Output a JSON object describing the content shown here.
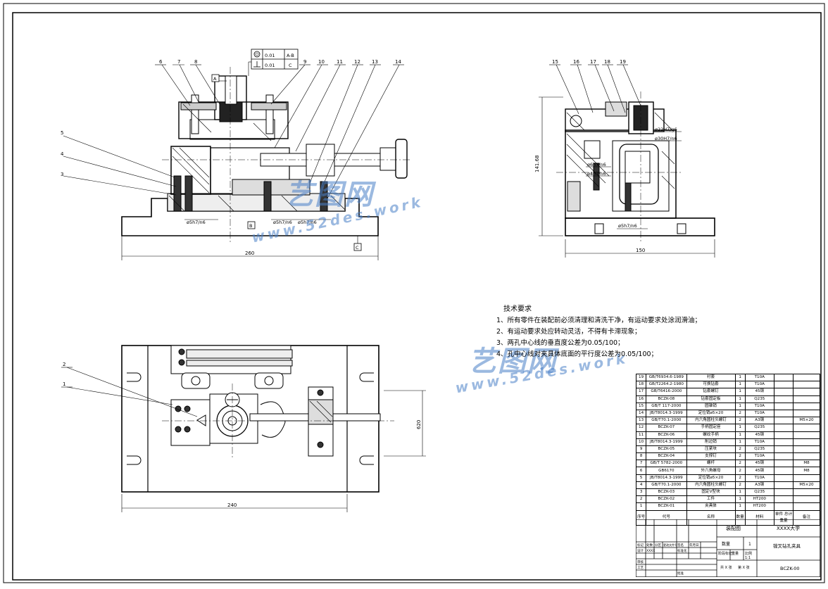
{
  "watermarks": {
    "cn": "艺图网",
    "en": "www.52des.work"
  },
  "tech_requirements": {
    "title": "技术要求",
    "items": [
      "1、所有零件在装配前必须清理和清洗干净，有运动要求处涂润滑油；",
      "2、有运动要求处应转动灵活，不得有卡滞现象；",
      "3、两孔中心线的垂直度公差为0.05/100；",
      "4、孔中心线对夹具体底面的平行度公差为0.05/100；"
    ]
  },
  "front_view": {
    "labels": [
      "6",
      "7",
      "8",
      "9",
      "10",
      "11",
      "12",
      "13",
      "14",
      "5",
      "4",
      "3"
    ],
    "tolerance_frame": {
      "row1": "0.01",
      "row1_ref": "A-B",
      "row2": "0.01",
      "row2_ref": "C"
    },
    "datum_a": "A",
    "datum_b": "B",
    "datum_c": "C",
    "fits": [
      "ø5h7/n6",
      "ø5h7/n6",
      "ø5h7/n6"
    ],
    "overall_length": "260"
  },
  "side_view": {
    "labels": [
      "15",
      "16",
      "17",
      "18",
      "19"
    ],
    "fits": [
      "ø22H7/g6",
      "ø30H7/n6",
      "ø6h7/n6",
      "ø4h7/n6",
      "ø5h7/n6"
    ],
    "height": "141.68",
    "width": "150"
  },
  "top_view": {
    "labels": [
      "2",
      "1"
    ],
    "length": "240",
    "width": "620"
  },
  "bom": {
    "rows": [
      {
        "no": "19",
        "code": "GB/T6934.6-1989",
        "name": "衬套",
        "qty": "1",
        "mat": "T10A",
        "note": ""
      },
      {
        "no": "18",
        "code": "GB/T2264.2-1980",
        "name": "可换钻套",
        "qty": "1",
        "mat": "T10A",
        "note": ""
      },
      {
        "no": "17",
        "code": "GB/T6416-2000",
        "name": "钻套螺钉",
        "qty": "1",
        "mat": "45钢",
        "note": ""
      },
      {
        "no": "16",
        "code": "BCZK-08",
        "name": "钻套固定板",
        "qty": "1",
        "mat": "Q235",
        "note": ""
      },
      {
        "no": "15",
        "code": "GB/T 117-2000",
        "name": "圆锥销",
        "qty": "1",
        "mat": "T10A",
        "note": ""
      },
      {
        "no": "14",
        "code": "JB/T8014.3-1999",
        "name": "定位销ø5×20",
        "qty": "2",
        "mat": "T10A",
        "note": ""
      },
      {
        "no": "13",
        "code": "GB/T70.1-2000",
        "name": "内六角圆柱头螺钉",
        "qty": "2",
        "mat": "A3钢",
        "note": "M5×20"
      },
      {
        "no": "12",
        "code": "BCZK-07",
        "name": "手柄固定座",
        "qty": "1",
        "mat": "Q235",
        "note": ""
      },
      {
        "no": "11",
        "code": "BCZK-06",
        "name": "螺纹手柄",
        "qty": "1",
        "mat": "45钢",
        "note": ""
      },
      {
        "no": "10",
        "code": "JB/T8014.3-1999",
        "name": "削边销",
        "qty": "1",
        "mat": "T10A",
        "note": ""
      },
      {
        "no": "9",
        "code": "BCZK-05",
        "name": "压紧块",
        "qty": "2",
        "mat": "Q235",
        "note": ""
      },
      {
        "no": "8",
        "code": "BCZK-04",
        "name": "支撑钉",
        "qty": "2",
        "mat": "T10A",
        "note": ""
      },
      {
        "no": "7",
        "code": "GB/T 5782-2000",
        "name": "螺杆",
        "qty": "2",
        "mat": "45钢",
        "note": "M8"
      },
      {
        "no": "6",
        "code": "GB6170",
        "name": "外六角螺母",
        "qty": "2",
        "mat": "45钢",
        "note": "M8"
      },
      {
        "no": "5",
        "code": "JB/T8014.3-1999",
        "name": "定位销ø5×20",
        "qty": "2",
        "mat": "T10A",
        "note": ""
      },
      {
        "no": "4",
        "code": "GB/T70.1-2000",
        "name": "内六角圆柱头螺钉",
        "qty": "2",
        "mat": "A3钢",
        "note": "M5×20"
      },
      {
        "no": "3",
        "code": "BCZK-03",
        "name": "固定V型块",
        "qty": "1",
        "mat": "Q235",
        "note": ""
      },
      {
        "no": "2",
        "code": "BCZK-02",
        "name": "工件",
        "qty": "1",
        "mat": "HT200",
        "note": ""
      },
      {
        "no": "1",
        "code": "BCZK-01",
        "name": "夹具体",
        "qty": "1",
        "mat": "HT200",
        "note": ""
      }
    ],
    "header": {
      "no": "序号",
      "code": "代号",
      "name": "名称",
      "qty": "数量",
      "mat": "材料",
      "weight": "单件 总计",
      "weight2": "重量",
      "note": "备注"
    }
  },
  "title_block": {
    "drawing_type": "装配图",
    "school": "XXXX大学",
    "qty_label": "数量",
    "qty_value": "1",
    "part_name": "镗叉钻孔夹具",
    "stage_label": "阶段标记",
    "weight_label": "重量",
    "scale_label": "比例",
    "scale_value": "1:1",
    "drawing_no": "BCZK-00",
    "sheet_label": "共 X 张",
    "sheet_label2": "第 X 张",
    "rows": [
      "标记",
      "处数",
      "分区",
      "更改文件号",
      "签名",
      "年月日",
      "设计",
      "XXXX",
      "标准化",
      "审核",
      "工艺",
      "批准"
    ]
  }
}
